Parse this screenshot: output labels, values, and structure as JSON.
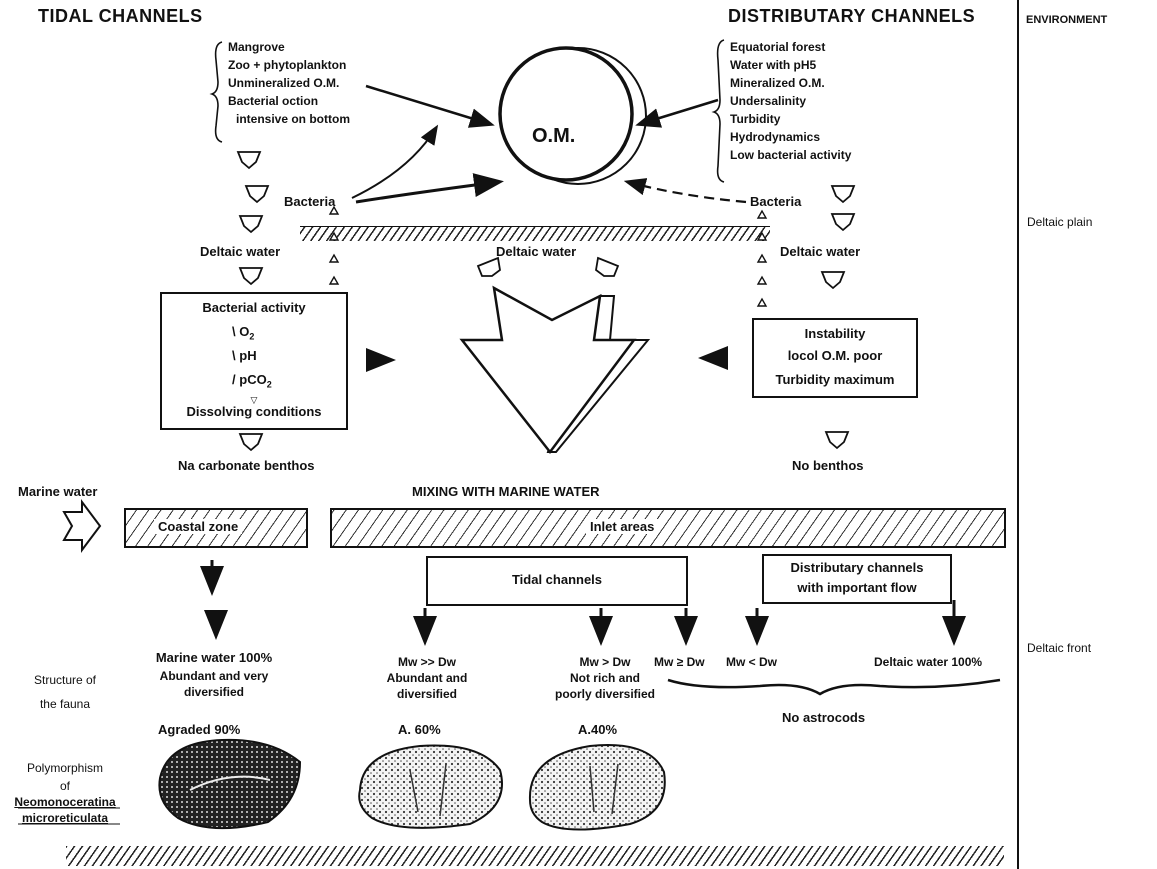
{
  "headers": {
    "tidal": "TIDAL CHANNELS",
    "distributary": "DISTRIBUTARY CHANNELS",
    "environment": "ENVIRONMENT"
  },
  "left_sources": [
    "Mangrove",
    "Zoo + phytoplankton",
    "Unmineralized O.M.",
    "Bacterial oction",
    "intensive on bottom"
  ],
  "right_sources": [
    "Equatorial forest",
    "Water with pH5",
    "Mineralized O.M.",
    "Undersalinity",
    "Turbidity",
    "Hydrodynamics",
    "Low bacterial activity"
  ],
  "om_label": "O.M.",
  "bacteria_left": "Bacteria",
  "bacteria_right": "Bacteria",
  "deltaic_water_left": "Deltaic water",
  "deltaic_water_center": "Deltaic water",
  "deltaic_water_right": "Deltaic water",
  "environment_labels": {
    "plain": "Deltaic plain",
    "front": "Deltaic front"
  },
  "left_box": {
    "title": "Bacterial activity",
    "o2": "O",
    "o2_sub": "2",
    "ph": "pH",
    "pco2": "pCO",
    "pco2_sub": "2",
    "tri": "▽",
    "conditions": "Dissolving conditions"
  },
  "right_box": [
    "Instability",
    "locol O.M. poor",
    "Turbidity maximum"
  ],
  "no_carbonate": "Na carbonate benthos",
  "no_benthos": "No benthos",
  "mixing": "MIXING WITH MARINE WATER",
  "marine_water": "Marine water",
  "coastal_zone": "Coastal zone",
  "inlet_areas": "Inlet areas",
  "tidal_channels_box": "Tidal channels",
  "distributary_box": [
    "Distributary channels",
    "with important flow"
  ],
  "col_marine": [
    "Marine water 100%",
    "Abundant and very",
    "diversified"
  ],
  "col_mw_much": [
    "Mw >> Dw",
    "Abundant and",
    "diversified"
  ],
  "col_mw_gt": [
    "Mw > Dw",
    "Not rich and",
    "poorly diversified"
  ],
  "col_mw_ge": "Mw ≥ Dw",
  "col_mw_lt": "Mw < Dw",
  "col_deltaic": "Deltaic water 100%",
  "no_ostracods": "No astrocods",
  "structure_label": [
    "Structure of",
    "the fauna"
  ],
  "agraded": "Agraded 90%",
  "a60": "A. 60%",
  "a40": "A.40%",
  "polymorphism": [
    "Polymorphism",
    "of"
  ],
  "species": [
    "Neomonoceratina",
    "microreticulata"
  ]
}
